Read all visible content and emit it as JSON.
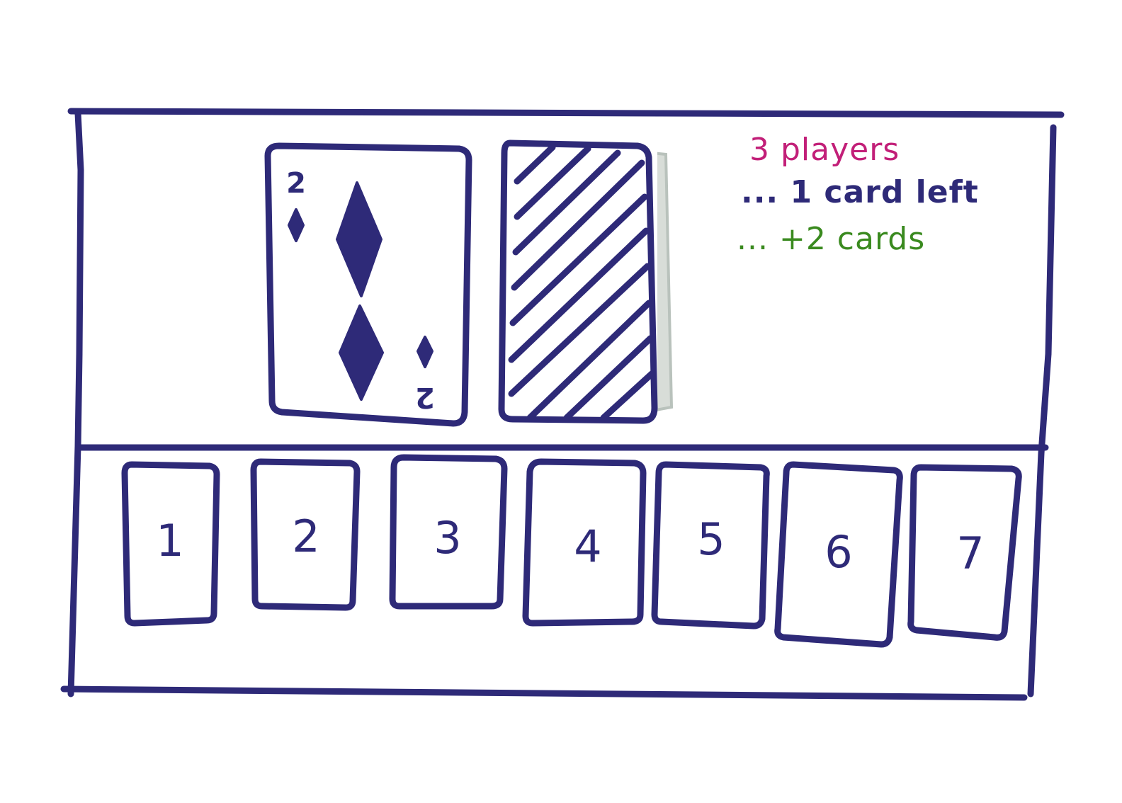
{
  "game": {
    "players_text": "3 players",
    "cards_left_text": "... 1 card left",
    "penalty_text": "... +2 cards"
  },
  "discard_pile": {
    "top_card": {
      "rank": "2",
      "suit": "diamonds"
    }
  },
  "draw_pile": {
    "face": "down"
  },
  "hand": {
    "cards": [
      {
        "label": "1"
      },
      {
        "label": "2"
      },
      {
        "label": "3"
      },
      {
        "label": "4"
      },
      {
        "label": "5"
      },
      {
        "label": "6"
      },
      {
        "label": "7"
      }
    ]
  },
  "colors": {
    "ink": "#2e2a78",
    "players": "#c21f78",
    "penalty": "#3a8a1f"
  }
}
